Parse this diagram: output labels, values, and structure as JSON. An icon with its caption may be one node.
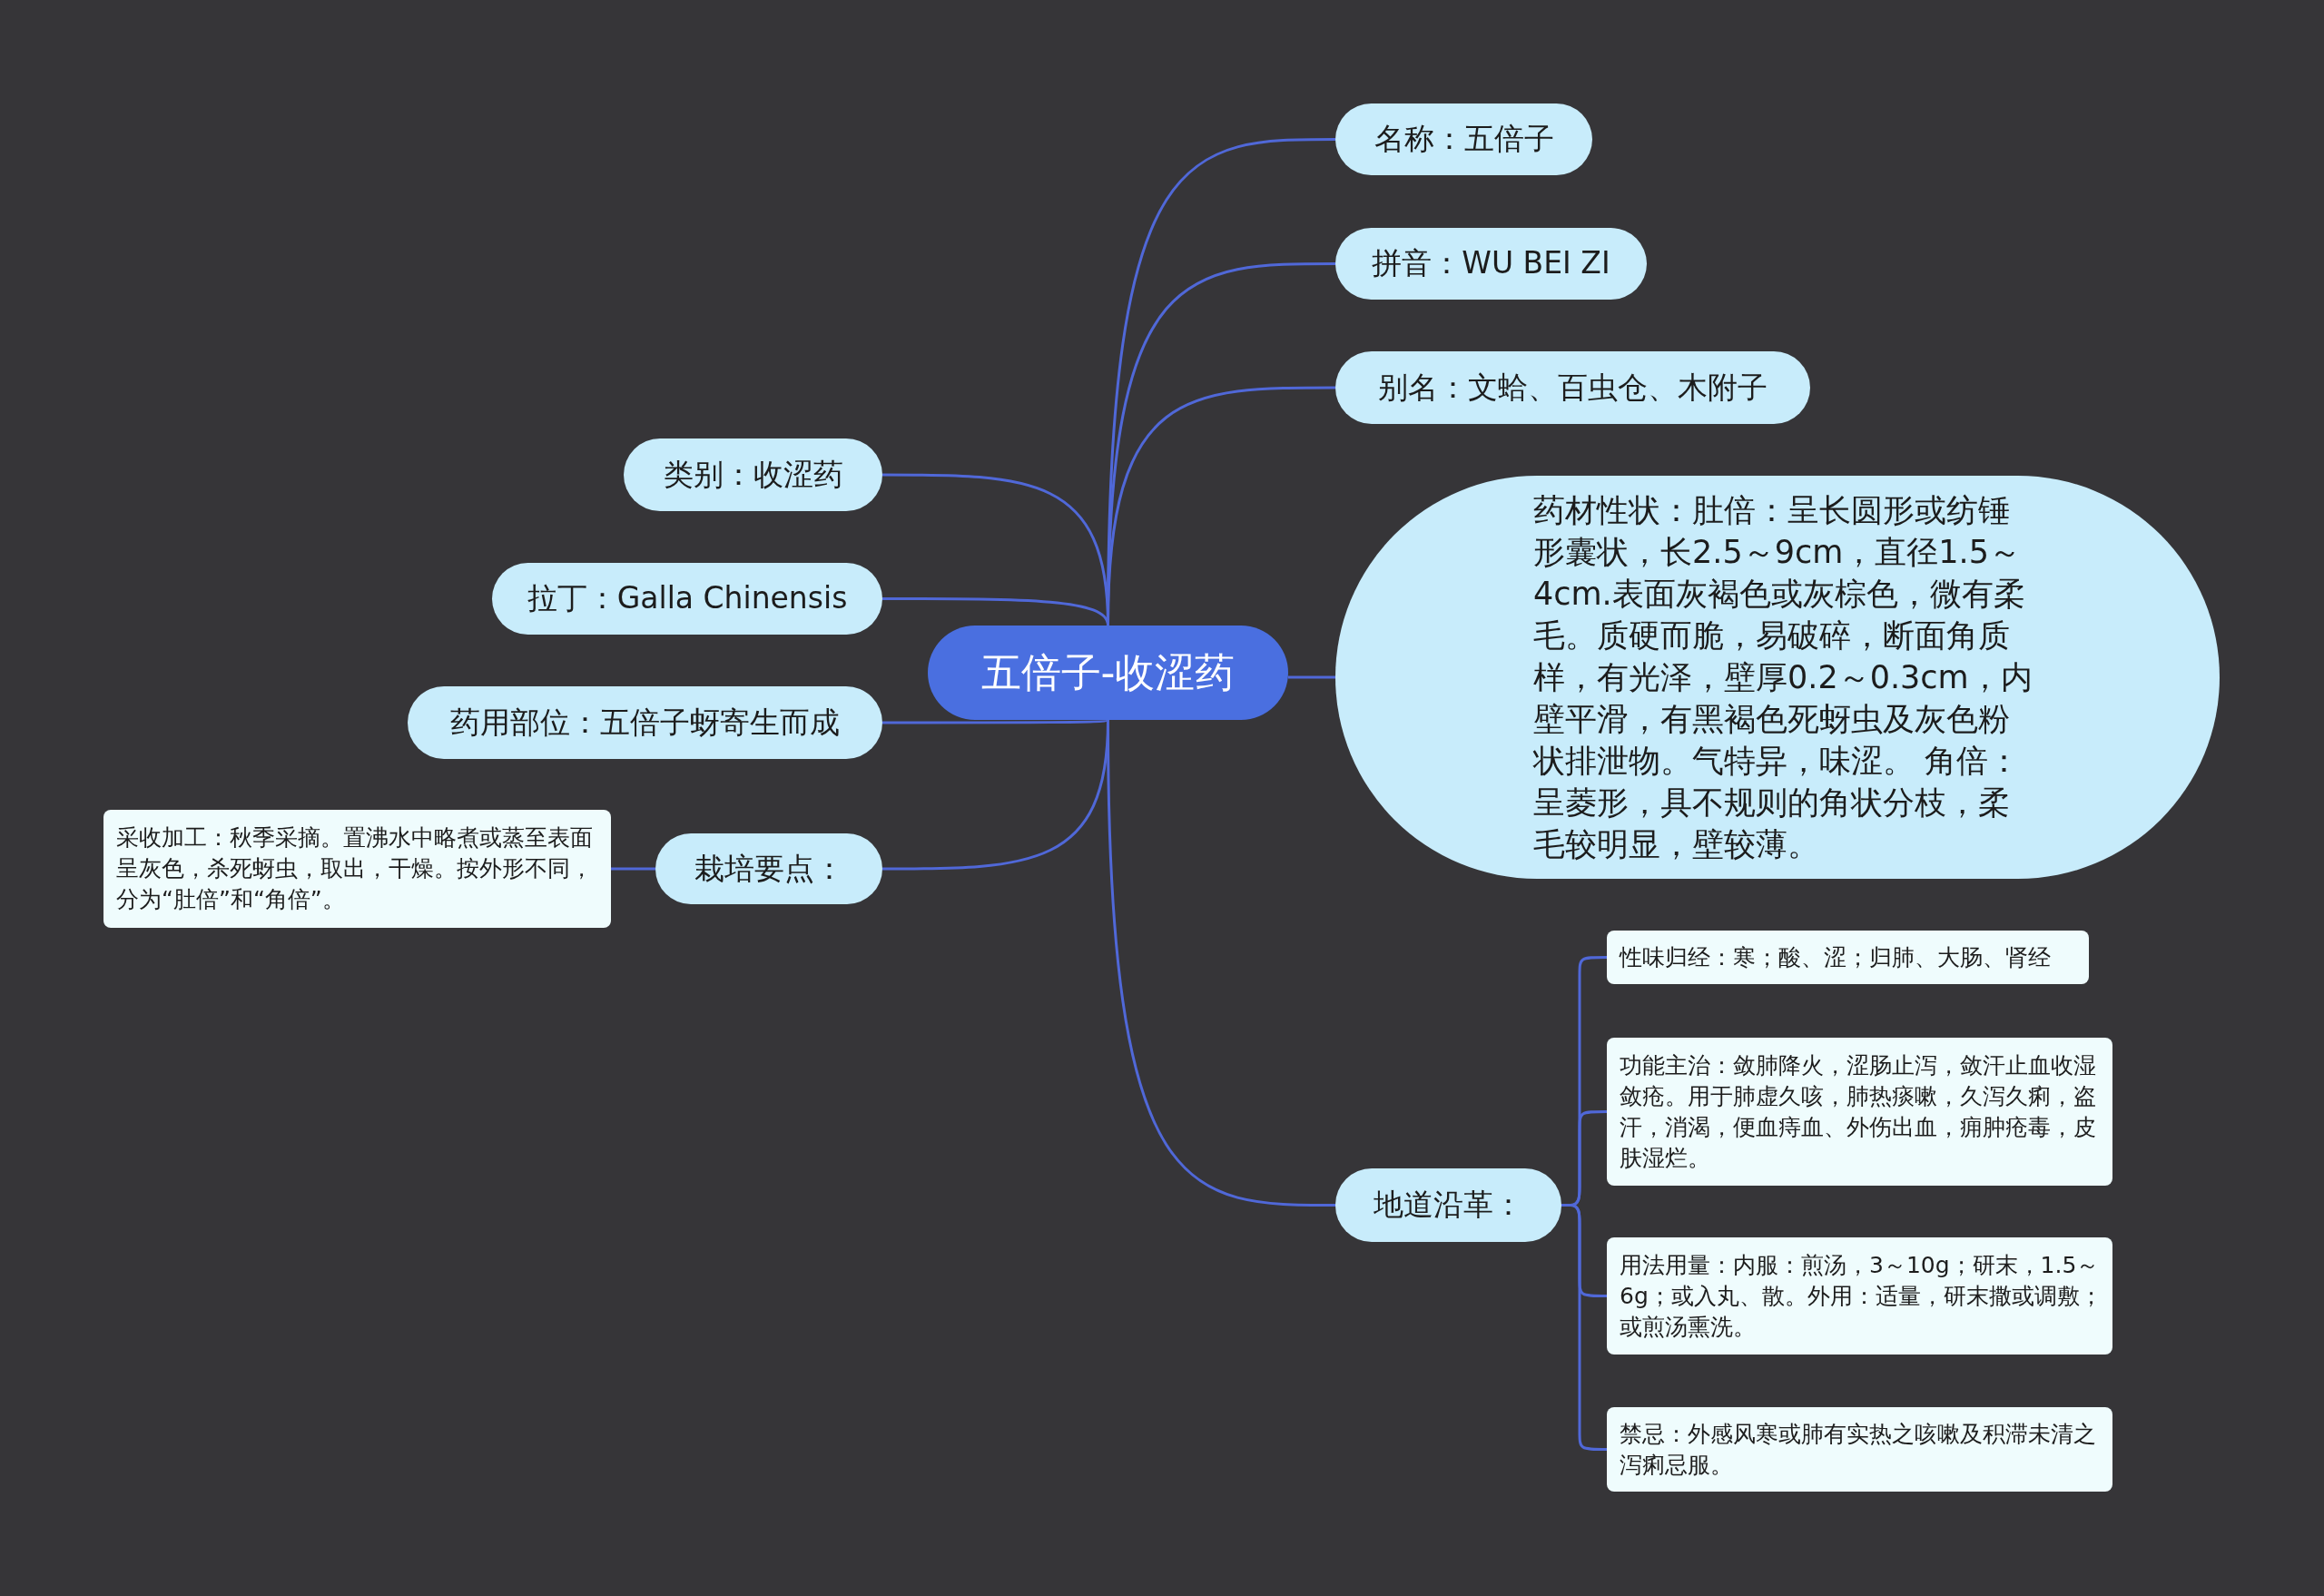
{
  "diagram": {
    "nodes": [
      {
        "text": [
          "五倍子-收涩药"
        ]
      },
      {
        "text": [
          "名称：五倍子"
        ]
      },
      {
        "text": [
          "拼音：WU BEI ZI"
        ]
      },
      {
        "text": [
          "别名：文蛤、百虫仓、木附子"
        ]
      },
      {
        "text": [
          "药材性状：肚倍：呈长圆形或纺锤形囊状，长2.5～9cm，直径1.5～4cm.表面灰褐色或灰棕色，微有柔毛。质硬而脆，易破碎，断面角质样，有光泽，壁厚0.2～0.3cm，内壁平滑，有黑褐色死蚜虫及灰色粉状排泄物。气特异，味涩。 角倍：呈菱形，具不规则的角状分枝，柔毛较明显，壁较薄。"
        ]
      },
      {
        "text": [
          "类别：收涩药"
        ]
      },
      {
        "text": [
          "拉丁：Galla Chinensis"
        ]
      },
      {
        "text": [
          "药用部位：五倍子蚜寄生而成"
        ]
      },
      {
        "text": [
          "栽培要点："
        ]
      },
      {
        "text": [
          "采收加工：秋季采摘。置沸水中略煮或蒸至表面呈灰色，杀死蚜虫，取出，干燥。按外形不同，分为“肚倍”和“角倍”。"
        ]
      },
      {
        "text": [
          "地道沿革："
        ]
      },
      {
        "text": [
          "性味归经：寒；酸、涩；归肺、大肠、肾经"
        ]
      },
      {
        "text": [
          "功能主治：敛肺降火，涩肠止泻，敛汗止血收湿敛疮。用于肺虚久咳，肺热痰嗽，久泻久痢，盗汗，消渴，便血痔血、外伤出血，痈肿疮毒，皮肤湿烂。"
        ]
      },
      {
        "text": [
          "用法用量：内服：煎汤，3～10g；研末，1.5～6g；或入丸、散。外用：适量，研末撒或调敷；或煎汤熏洗。"
        ]
      },
      {
        "text": [
          "禁忌：外感风寒或肺有实热之咳嗽及积滞未清之泻痢忌服。"
        ]
      }
    ],
    "edges": [
      {
        "from": 0,
        "to": 1,
        "arrow": "none"
      },
      {
        "from": 0,
        "to": 2,
        "arrow": "none"
      },
      {
        "from": 0,
        "to": 3,
        "arrow": "none"
      },
      {
        "from": 0,
        "to": 4,
        "arrow": "none"
      },
      {
        "from": 0,
        "to": 5,
        "arrow": "none"
      },
      {
        "from": 0,
        "to": 6,
        "arrow": "none"
      },
      {
        "from": 0,
        "to": 7,
        "arrow": "none"
      },
      {
        "from": 0,
        "to": 8,
        "arrow": "none"
      },
      {
        "from": 8,
        "to": 9,
        "arrow": "none"
      },
      {
        "from": 0,
        "to": 10,
        "arrow": "none"
      },
      {
        "from": 10,
        "to": 11,
        "arrow": "none"
      },
      {
        "from": 10,
        "to": 12,
        "arrow": "none"
      },
      {
        "from": 10,
        "to": 13,
        "arrow": "none"
      },
      {
        "from": 10,
        "to": 14,
        "arrow": "none"
      }
    ]
  }
}
